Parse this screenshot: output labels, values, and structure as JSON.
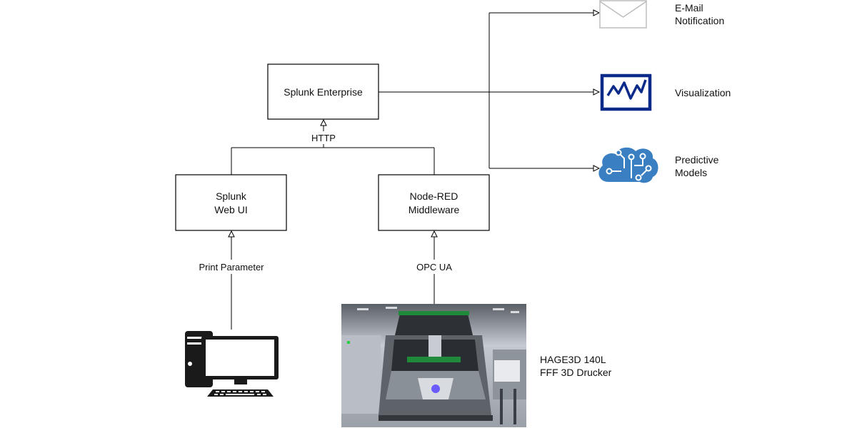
{
  "nodes": {
    "splunk_enterprise": {
      "label": "Splunk Enterprise"
    },
    "splunk_web_ui": {
      "lines": [
        "Splunk",
        "Web UI"
      ]
    },
    "node_red": {
      "lines": [
        "Node-RED",
        "Middleware"
      ]
    },
    "printer": {
      "lines": [
        "HAGE3D 140L",
        "FFF 3D Drucker"
      ]
    }
  },
  "edges": {
    "http": "HTTP",
    "print_parameter": "Print Parameter",
    "opc_ua": "OPC UA"
  },
  "outputs": {
    "email": {
      "lines": [
        "E-Mail",
        "Notification"
      ],
      "icon": "envelope-icon"
    },
    "visualization": {
      "label": "Visualization",
      "icon": "chart-monitor-icon"
    },
    "predictive": {
      "lines": [
        "Predictive",
        "Models"
      ],
      "icon": "brain-circuit-icon"
    }
  },
  "colors": {
    "visualization_icon": "#0b2a8a",
    "predictive_icon": "#3a7fc1",
    "email_icon": "#bdbdbd"
  },
  "icons": {
    "workstation": "desktop-computer-icon",
    "printer_photo": "3d-printer-photo"
  }
}
